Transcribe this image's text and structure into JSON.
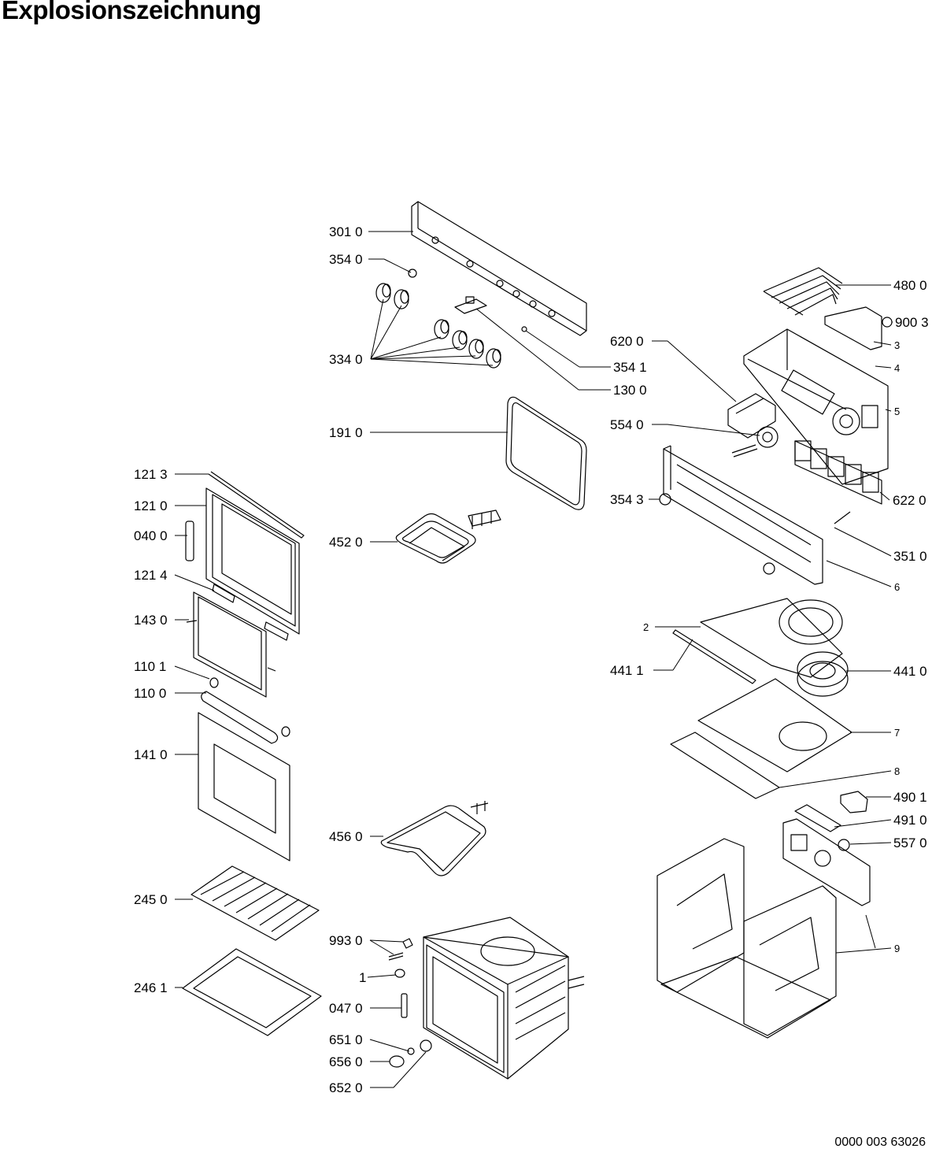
{
  "title": "Explosionszeichnung",
  "document_number": "0000 003 63026",
  "labels": {
    "l3010": "301 0",
    "l3540": "354 0",
    "l3340": "334 0",
    "l3541": "354 1",
    "l1300": "130 0",
    "l1910": "191 0",
    "l4520": "452 0",
    "l4560": "456 0",
    "l1213": "121 3",
    "l1210": "121 0",
    "l0400": "040 0",
    "l1214": "121 4",
    "l1430": "143 0",
    "l1101": "110 1",
    "l1100": "110 0",
    "l1410": "141 0",
    "l2450": "245 0",
    "l2461": "246 1",
    "l9930": "993 0",
    "l1": "1",
    "l0470": "047 0",
    "l6510": "651 0",
    "l6560": "656 0",
    "l6520": "652 0",
    "l4800": "480 0",
    "l9003": "900 3",
    "l3": "3",
    "l4": "4",
    "l5": "5",
    "l6200": "620 0",
    "l5540": "554 0",
    "l3543": "354 3",
    "l6220": "622 0",
    "l3510": "351 0",
    "l6": "6",
    "l2": "2",
    "l4411": "441 1",
    "l4410": "441 0",
    "l7": "7",
    "l8": "8",
    "l4901": "490 1",
    "l4910": "491 0",
    "l5570": "557 0",
    "l9": "9"
  }
}
